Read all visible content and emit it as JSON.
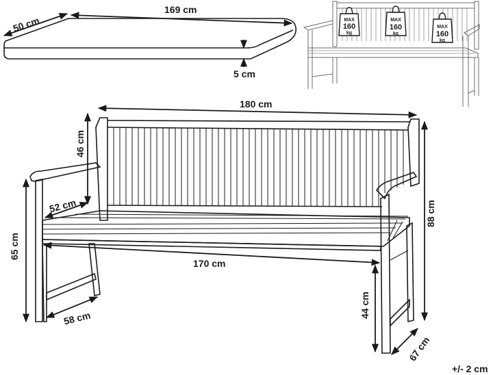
{
  "cushion": {
    "depth": "50 cm",
    "length": "169 cm",
    "thickness": "5 cm"
  },
  "capacity": {
    "weights": [
      {
        "line1": "MAX",
        "line2": "160",
        "line3": "kg"
      },
      {
        "line1": "MAX",
        "line2": "160",
        "line3": "kg"
      },
      {
        "line1": "MAX",
        "line2": "160",
        "line3": "kg"
      }
    ]
  },
  "bench": {
    "width": "180 cm",
    "back_height": "46 cm",
    "armrest_depth": "52 cm",
    "total_height": "88 cm",
    "arm_height": "65 cm",
    "seat_width": "170 cm",
    "seat_height": "44 cm",
    "arm_leg_depth": "58 cm",
    "depth": "67 cm"
  },
  "tolerance": "+/- 2 cm"
}
